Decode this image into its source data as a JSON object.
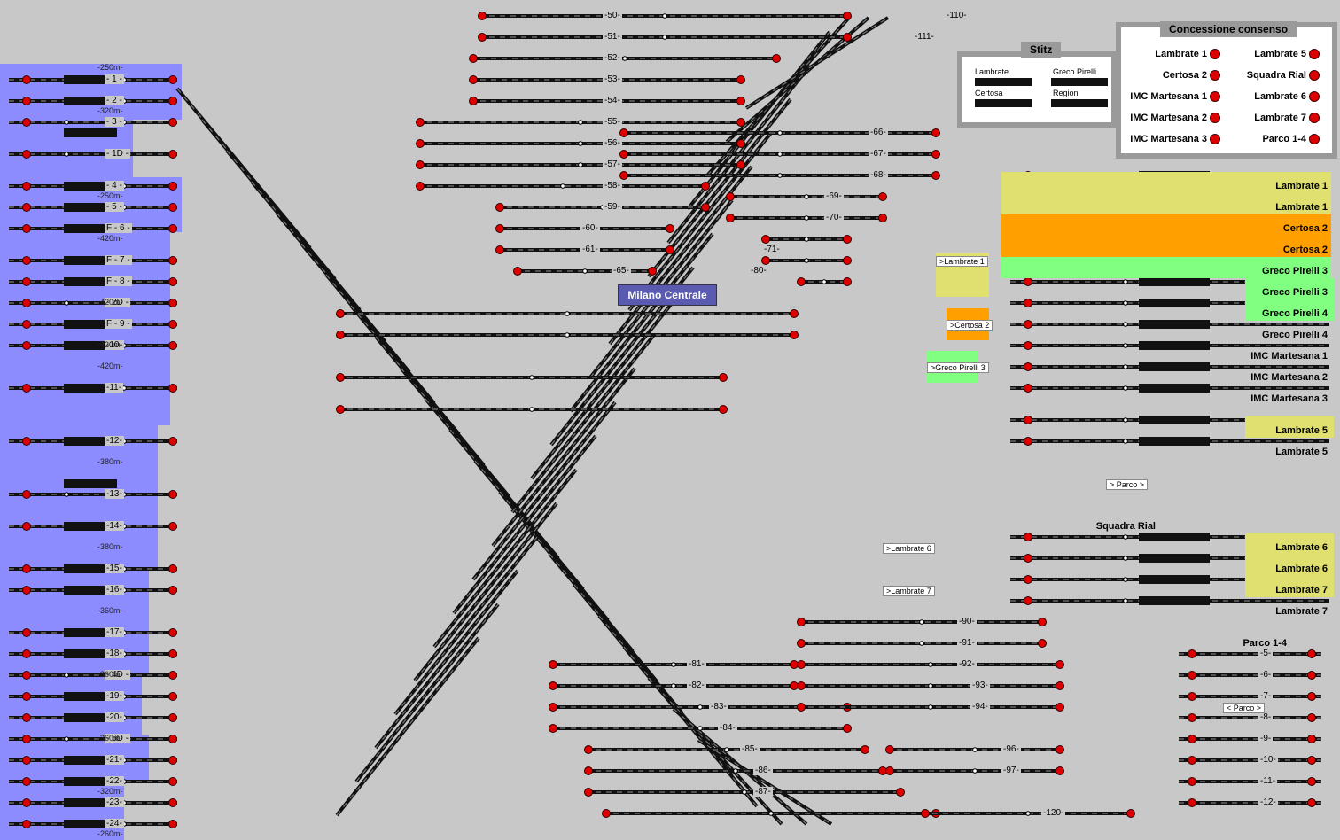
{
  "station": {
    "name": "Milano Centrale"
  },
  "stitz": {
    "title": "Stitz",
    "items": [
      "Lambrate",
      "Greco Pirelli",
      "Certosa",
      "Region"
    ]
  },
  "concessione": {
    "title": "Concessione consenso",
    "left": [
      "Lambrate 1",
      "Certosa 2",
      "IMC Martesana 1",
      "IMC Martesana 2",
      "IMC Martesana 3"
    ],
    "right": [
      "Lambrate 5",
      "Squadra Rial",
      "Lambrate 6",
      "Lambrate 7",
      "Parco 1-4"
    ]
  },
  "destinations": [
    {
      "label": "Lambrate 1",
      "band": "yellow"
    },
    {
      "label": "Lambrate 1",
      "band": "yellow"
    },
    {
      "label": "Certosa 2",
      "band": "orange"
    },
    {
      "label": "Certosa 2",
      "band": "orange"
    },
    {
      "label": "Greco Pirelli 3",
      "band": "green"
    },
    {
      "label": "Greco Pirelli 3",
      "band": "green"
    },
    {
      "label": "Greco Pirelli 4",
      "band": "green"
    },
    {
      "label": "Greco Pirelli 4",
      "band": "none"
    },
    {
      "label": "IMC Martesana 1",
      "band": "none"
    },
    {
      "label": "IMC Martesana 2",
      "band": "none"
    },
    {
      "label": "IMC Martesana 3",
      "band": "none"
    },
    {
      "label": "Lambrate 5",
      "band": "yellow"
    },
    {
      "label": "Lambrate 5",
      "band": "none"
    },
    {
      "label": "Squadra Rial",
      "band": "none"
    },
    {
      "label": "Lambrate 6",
      "band": "yellow"
    },
    {
      "label": "Lambrate 6",
      "band": "yellow"
    },
    {
      "label": "Lambrate 7",
      "band": "yellow"
    },
    {
      "label": "Lambrate 7",
      "band": "none"
    },
    {
      "label": "Parco 1-4",
      "band": "none"
    }
  ],
  "tags": [
    ">Lambrate 1",
    ">Certosa 2",
    ">Greco Pirelli 3",
    "> Parco >",
    ">Lambrate 6",
    ">Lambrate 7",
    "< Parco >"
  ],
  "west_tracks": [
    "- 1 -",
    "- 2 -",
    "- 3 -",
    "- 1D -",
    "- 4 -",
    "- 5 -",
    "F - 6 -",
    "F - 7 -",
    "F - 8 -",
    "- 2D -",
    "F - 9 -",
    "-10-",
    "-11-",
    "-12-",
    "-13-",
    "-14-",
    "-15-",
    "-16-",
    "-17-",
    "-18-",
    "- 4D -",
    "-19-",
    "-20-",
    "- 6D -",
    "-21-",
    "-22-",
    "-23-",
    "-24-"
  ],
  "west_lengths": [
    "-250m-",
    "-320m-",
    "-250m-",
    "-420m-",
    "-420m-",
    "-420m-",
    "-420m-",
    "-380m-",
    "-380m-",
    "-360m-",
    "-360m-",
    "-360m-",
    "-320m-",
    "-260m-"
  ],
  "east_tracks": [
    "-50-",
    "-51-",
    "-52-",
    "-53-",
    "-54-",
    "-55-",
    "-56-",
    "-57-",
    "-58-",
    "-59-",
    "-60-",
    "-61-",
    "-65-",
    "-66-",
    "-67-",
    "-68-",
    "-69-",
    "-70-",
    "-71-",
    "-80-",
    "-81-",
    "-82-",
    "-83-",
    "-84-",
    "-85-",
    "-86-",
    "-87-",
    "-90-",
    "-91-",
    "-92-",
    "-93-",
    "-94-",
    "-96-",
    "-97-",
    "-110-",
    "-111-",
    "-120-"
  ],
  "parco_tracks": [
    "-5-",
    "-6-",
    "-7-",
    "-8-",
    "-9-",
    "-10-",
    "-11-",
    "-12-"
  ],
  "colors": {
    "background": "#c8c8c8",
    "west_zone": "#8c8cff",
    "yellow_band": "#e0e070",
    "orange_band": "#ffa000",
    "green_band": "#80ff80",
    "signal_red": "#dd0000",
    "track": "#111111"
  }
}
